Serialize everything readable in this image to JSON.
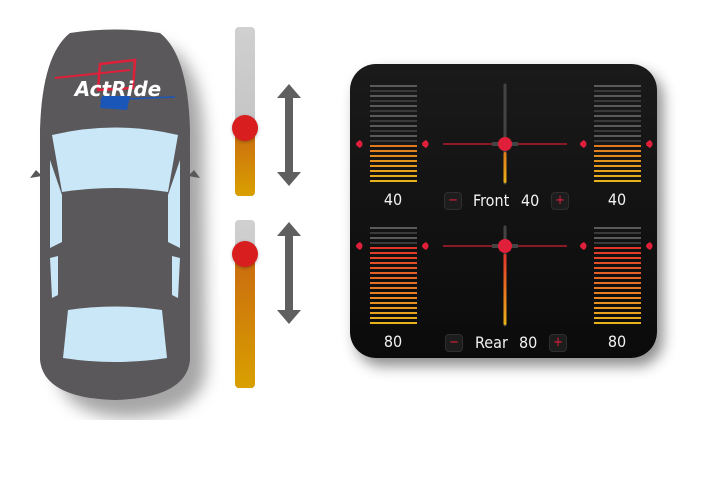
{
  "logo": {
    "text": "ActRide"
  },
  "sliders": {
    "front": {
      "value": 40
    },
    "rear": {
      "value": 80
    }
  },
  "panel": {
    "front": {
      "label": "Front",
      "value": "40",
      "left": "40",
      "right": "40",
      "level": 40,
      "minus": "−",
      "plus": "+"
    },
    "rear": {
      "label": "Rear",
      "value": "80",
      "left": "80",
      "right": "80",
      "level": 80,
      "minus": "−",
      "plus": "+"
    }
  },
  "colors": {
    "accent": "#e0203a",
    "car": "#5a585a",
    "glass": "#c9e7f7"
  }
}
